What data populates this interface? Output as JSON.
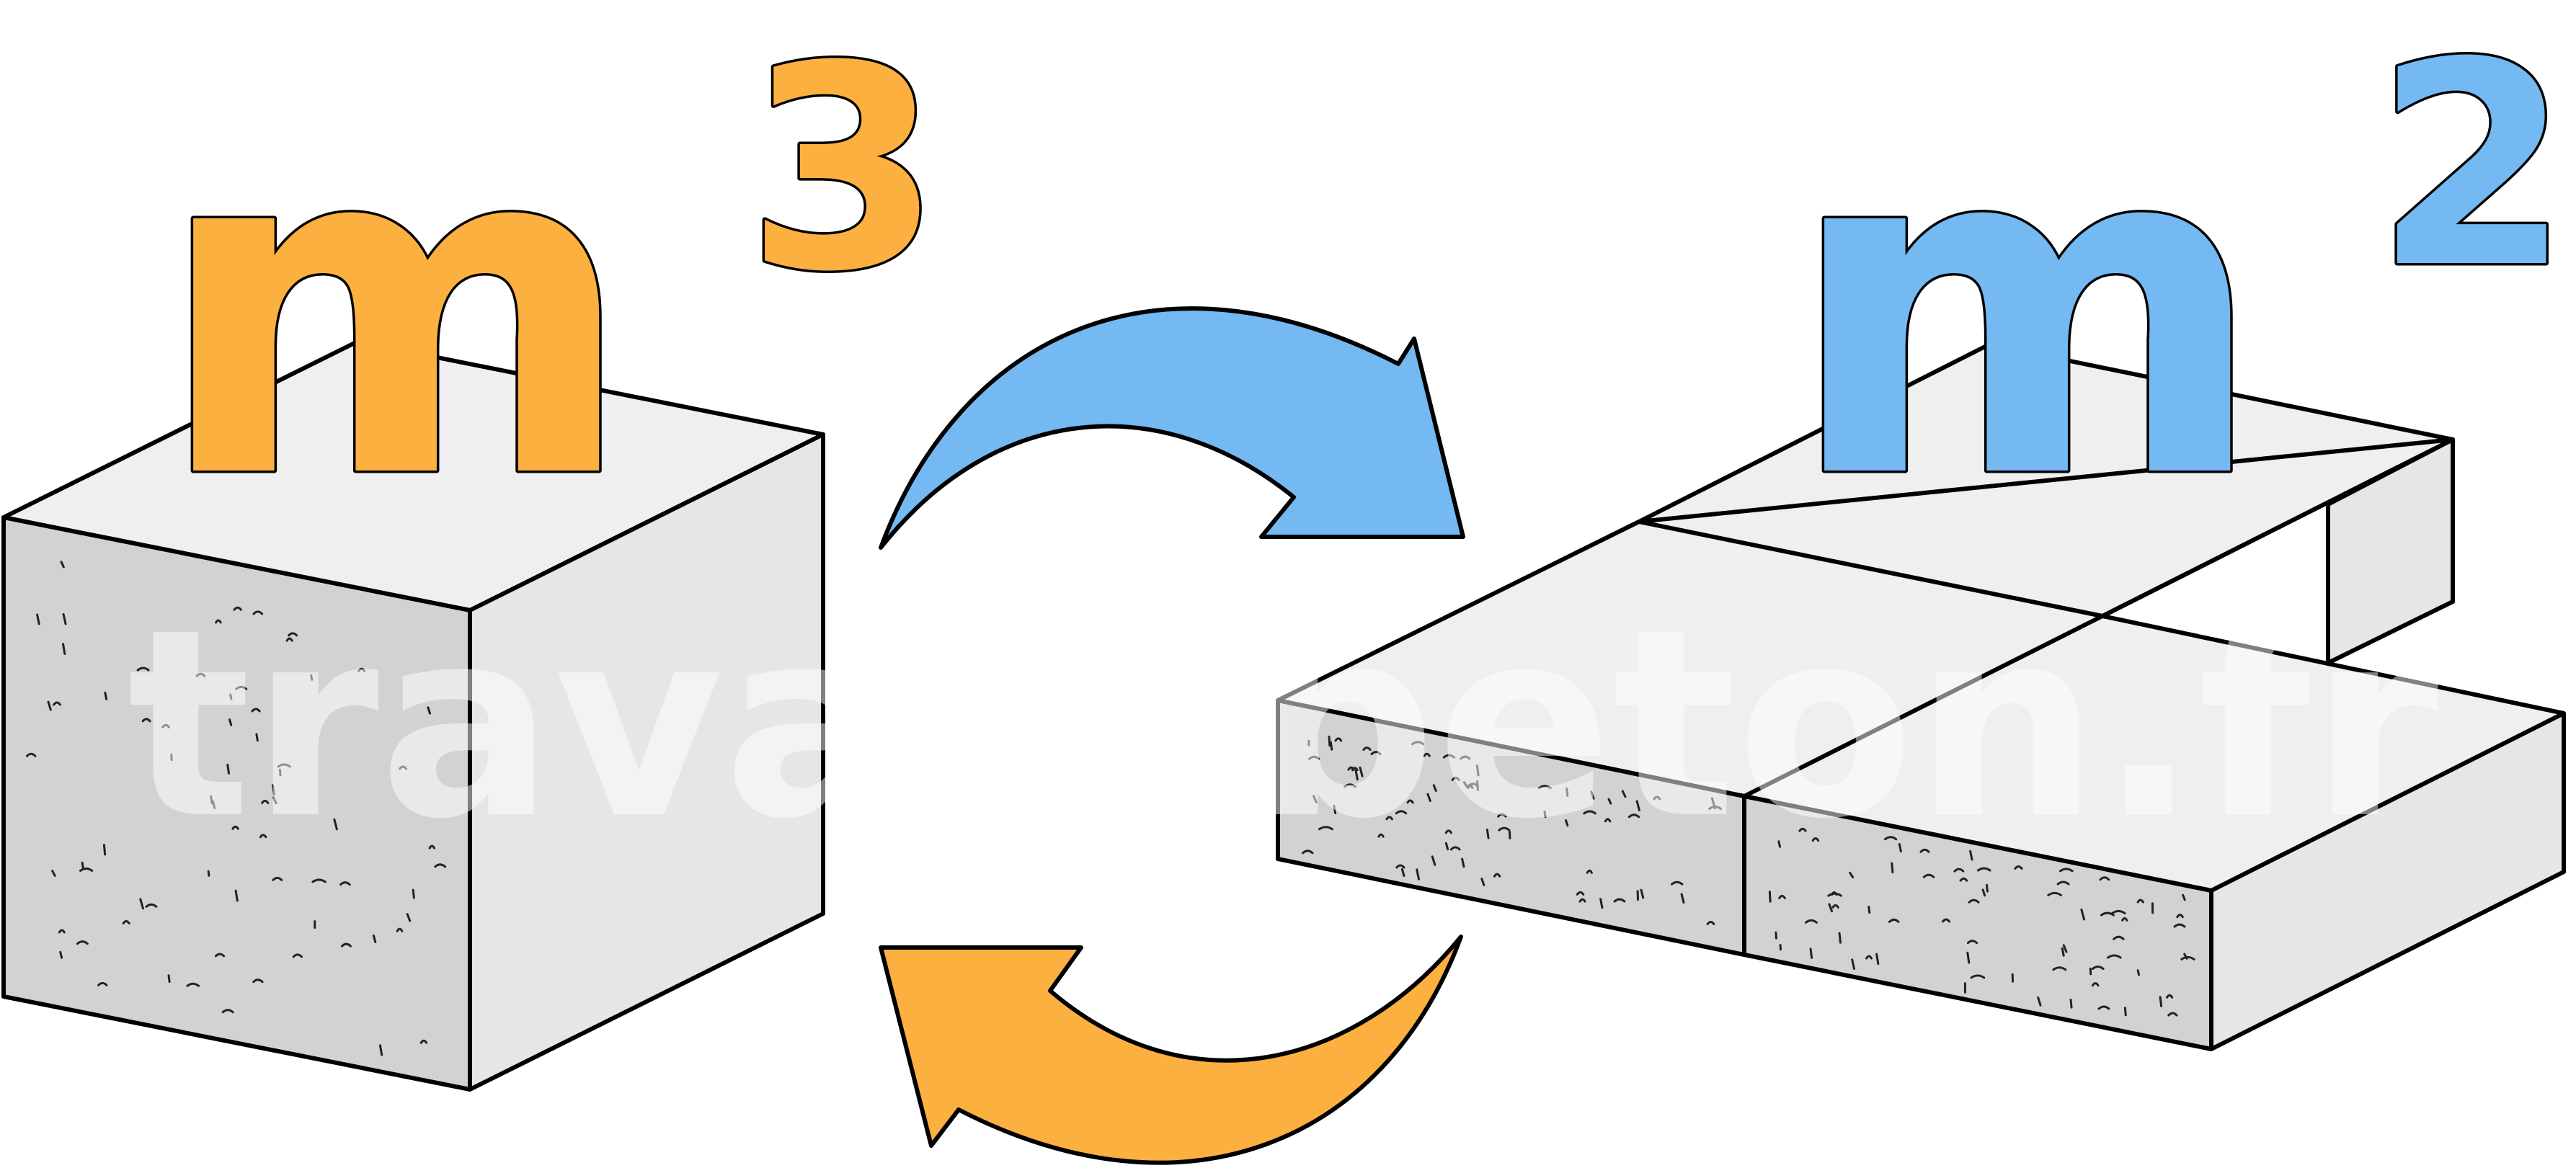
{
  "volume_unit": {
    "base": "m",
    "exponent": "3",
    "color": "#FBB040"
  },
  "area_unit": {
    "base": "m",
    "exponent": "2",
    "color": "#74B9F1"
  },
  "arrows": {
    "top_color": "#74B9F1",
    "bottom_color": "#FBB040"
  },
  "concrete": {
    "top_face_color": "#EFEFEF",
    "side_face_color": "#E6E6E6",
    "front_face_color": "#D2D2D2"
  },
  "watermark": {
    "text": "travauxbeton.fr"
  }
}
